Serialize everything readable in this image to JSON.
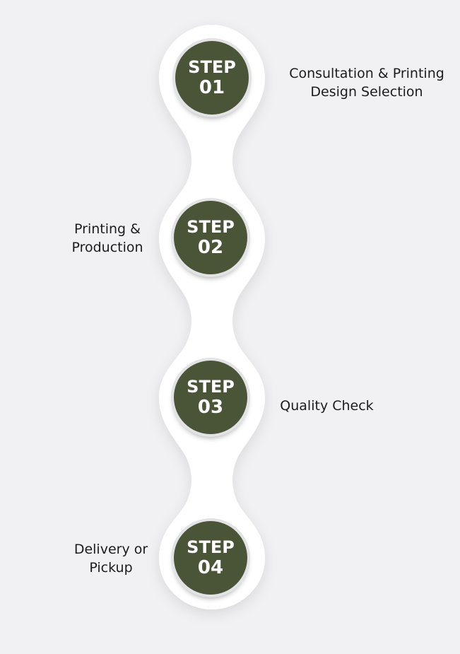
{
  "steps": [
    {
      "word": "STEP",
      "number": "01",
      "label_lines": [
        "Consultation & Printing",
        "Design Selection"
      ],
      "side": "right"
    },
    {
      "word": "STEP",
      "number": "02",
      "label_lines": [
        "Printing &",
        "Production"
      ],
      "side": "left"
    },
    {
      "word": "STEP",
      "number": "03",
      "label_lines": [
        "Quality Check"
      ],
      "side": "right"
    },
    {
      "word": "STEP",
      "number": "04",
      "label_lines": [
        "Delivery or",
        "Pickup"
      ],
      "side": "left"
    }
  ],
  "colors": {
    "background": "#f1f1f3",
    "track": "#ffffff",
    "circle": "#4a5538",
    "circle_text": "#ffffff",
    "label_text": "#1c1c1c"
  }
}
